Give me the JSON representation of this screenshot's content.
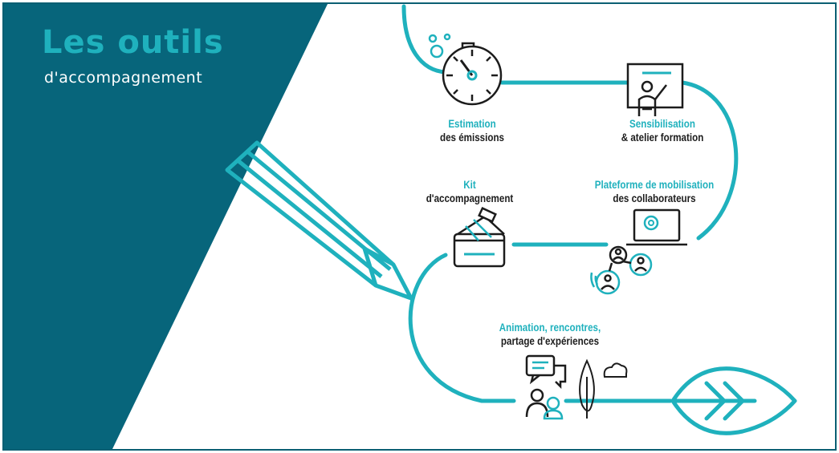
{
  "header": {
    "title": "Les outils",
    "subtitle": "d'accompagnement"
  },
  "colors": {
    "teal_dark": "#07657b",
    "teal_accent": "#1fb1bd",
    "text_dark": "#1c1c1c",
    "background": "#ffffff"
  },
  "steps": [
    {
      "line1": "Estimation",
      "line2": "des émissions",
      "icon": "stopwatch-icon"
    },
    {
      "line1": "Sensibilisation",
      "line2": "& atelier formation",
      "icon": "presenter-board-icon"
    },
    {
      "line1": "Plateforme de mobilisation",
      "line2": "des collaborateurs",
      "icon": "laptop-network-icon"
    },
    {
      "line1": "Kit",
      "line2": "d'accompagnement",
      "icon": "toolbox-icon"
    },
    {
      "line1": "Animation, rencontres,",
      "line2": "partage d'expériences",
      "icon": "community-chat-icon"
    }
  ],
  "decorations": {
    "pencil": "pencil-icon",
    "leaf": "leaf-icon"
  }
}
